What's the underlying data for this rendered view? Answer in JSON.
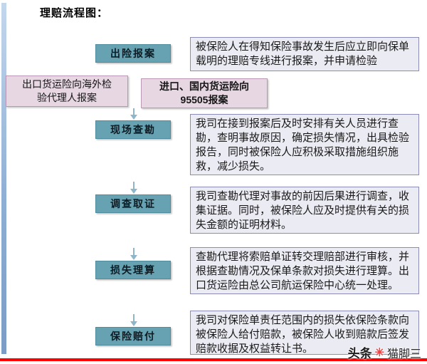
{
  "title": "理赔流程图：",
  "steps": [
    {
      "label": "出险报案",
      "desc": "被保险人在得知保险事故发生后应立即向保单载明的理赔专线进行报案，并申请检验"
    },
    {
      "label": "现场查勘",
      "desc": "我司在接到报案后及时安排有关人员进行查勘，查明事故原因，确定损失情况，出具检验报告，同时被保险人应积极采取措施组织施救，减少损失。"
    },
    {
      "label": "调查取证",
      "desc": "我司查勘代理对事故的前因后果进行调查，收集证据。同时，被保险人应及时提供有关的损失金额的证明材料。"
    },
    {
      "label": "损失理算",
      "desc": "查勘代理将索赔单证转交理赔部进行审核，并根据查勘情况及保单条款对损失进行理算。出口货运险由总公司航运保险中心统一处理。"
    },
    {
      "label": "保险赔付",
      "desc": "我司对保险单责任范围内的损失依保险条款向被保险人给付赔款，被保险人收到赔款后签发赔款收据及权益转让书。"
    }
  ],
  "branches": [
    {
      "line1": "出口货运险向海外检",
      "line2": "验代理人报案"
    },
    {
      "line1": "进口、国内货运险向",
      "line2": "95505报案"
    }
  ],
  "watermark": {
    "brand": "头条",
    "logo_glyph": "✳",
    "author": "猫脚三"
  },
  "colors": {
    "step_fill": "#67a2b2",
    "step_border": "#4f8c9d",
    "desc_fill": "#ebebf3",
    "desc_border": "#8c8cb8",
    "branch_fill": "#e7d7e3",
    "branch_border": "#ba98b4",
    "arrow": "#8fb6c8",
    "accent_bar": "#7a9cc6",
    "bottom_line": "#fe0000",
    "watermark_logo": "#f14040"
  }
}
